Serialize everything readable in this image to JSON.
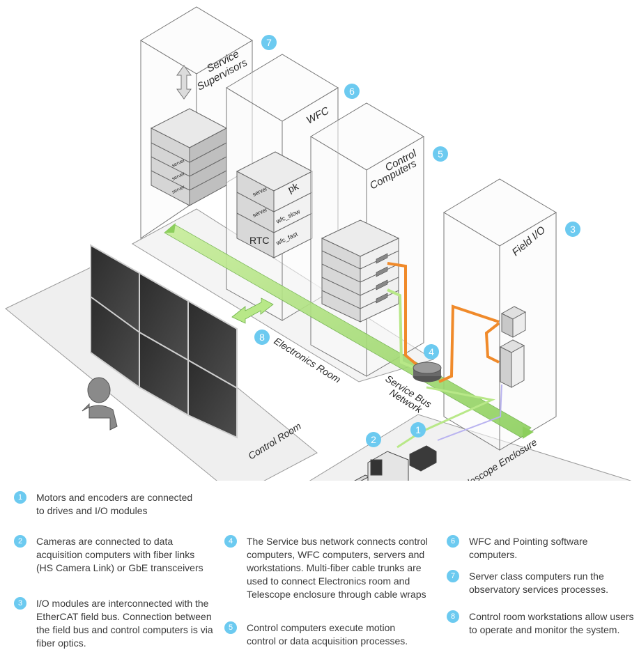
{
  "labels": {
    "service_supervisors": [
      "Service",
      "Supervisors"
    ],
    "wfc": "WFC",
    "control_computers": [
      "Control",
      "Computers"
    ],
    "field_io": "Field I/O",
    "electronics_room": "Electronics Room",
    "service_bus_network": [
      "Service Bus",
      "Network"
    ],
    "control_room": "Control Room",
    "telescope_enclosure": "Telescope Enclosure"
  },
  "servers": {
    "supervisors": [
      "server",
      "server",
      "server"
    ],
    "wfc_pk": "pk",
    "wfc_slow": "wfc_slow",
    "wfc_fast": "wfc_fast",
    "server_label": "server",
    "rtc": "RTC"
  },
  "numbers": [
    "1",
    "2",
    "3",
    "4",
    "5",
    "6",
    "7",
    "8"
  ],
  "legend": [
    {
      "num": "1",
      "text": "Motors and encoders are connected to drives and I/O modules"
    },
    {
      "num": "2",
      "text": "Cameras are connected to data acquisition computers with fiber links (HS Camera Link) or GbE transceivers"
    },
    {
      "num": "3",
      "text": "I/O modules are interconnected with the EtherCAT field bus. Connection between the field bus and control computers is via fiber optics."
    },
    {
      "num": "4",
      "text": "The Service bus network connects control computers, WFC computers, servers and workstations. Multi-fiber cable trunks are used to connect Electronics room and Telescope enclosure through cable wraps"
    },
    {
      "num": "5",
      "text": "Control computers execute motion control or data acquisition processes."
    },
    {
      "num": "6",
      "text": "WFC and Pointing software computers."
    },
    {
      "num": "7",
      "text": "Server class computers run the observatory services processes."
    },
    {
      "num": "8",
      "text": "Control room workstations allow users to operate and monitor the system."
    }
  ],
  "colors": {
    "badge": "#6ccaf0",
    "bus": "#9ad86a",
    "fiber": "#f08a2a",
    "ethercat": "#b9b3f0"
  }
}
